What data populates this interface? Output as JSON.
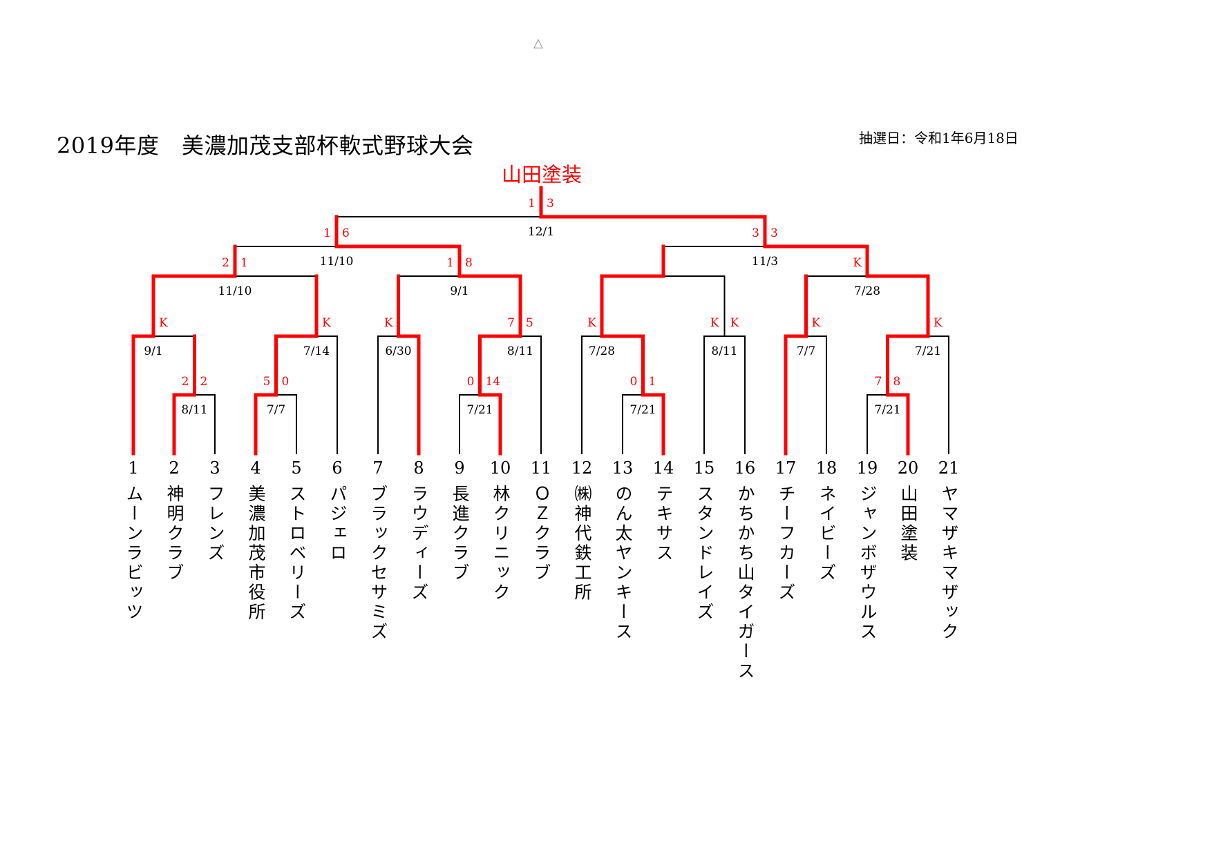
{
  "header": {
    "mark": "△",
    "title": "2019年度　美濃加茂支部杯軟式野球大会",
    "draw_date": "抽選日：令和1年6月18日"
  },
  "champion": "山田塗装",
  "colors": {
    "win": "#ff0000",
    "line": "#000000"
  },
  "teams": [
    {
      "no": "1",
      "name": "ムーンラビッツ"
    },
    {
      "no": "2",
      "name": "神明クラブ"
    },
    {
      "no": "3",
      "name": "フレンズ"
    },
    {
      "no": "4",
      "name": "美濃加茂市役所"
    },
    {
      "no": "5",
      "name": "ストロベリーズ"
    },
    {
      "no": "6",
      "name": "パジェロ"
    },
    {
      "no": "7",
      "name": "ブラックセサミズ"
    },
    {
      "no": "8",
      "name": "ラウディーズ"
    },
    {
      "no": "9",
      "name": "長進クラブ"
    },
    {
      "no": "10",
      "name": "林クリニック"
    },
    {
      "no": "11",
      "name": "ＯＺクラブ"
    },
    {
      "no": "12",
      "name": "㈱神代鉄工所"
    },
    {
      "no": "13",
      "name": "のん太ヤンキース"
    },
    {
      "no": "14",
      "name": "テキサス"
    },
    {
      "no": "15",
      "name": "スタンドレイズ"
    },
    {
      "no": "16",
      "name": "かちかち山タイガース"
    },
    {
      "no": "17",
      "name": "チーフカーズ"
    },
    {
      "no": "18",
      "name": "ネイビーズ"
    },
    {
      "no": "19",
      "name": "ジャンボザウルス"
    },
    {
      "no": "20",
      "name": "山田塗装"
    },
    {
      "no": "21",
      "name": "ヤマザキマザック"
    }
  ],
  "matches": [
    {
      "id": "m1",
      "round": 1,
      "left": "t2",
      "right": "t3",
      "winner": "left",
      "scores": [
        "2",
        "2"
      ],
      "date": "8/11"
    },
    {
      "id": "m2",
      "round": 2,
      "left": "t1",
      "right": "m1",
      "winner": "left",
      "scores": [
        "",
        "K"
      ],
      "date": "9/1"
    },
    {
      "id": "m3",
      "round": 1,
      "left": "t4",
      "right": "t5",
      "winner": "left",
      "scores": [
        "5",
        "0"
      ],
      "date": "7/7"
    },
    {
      "id": "m4",
      "round": 2,
      "left": "m3",
      "right": "t6",
      "winner": "left",
      "scores": [
        "",
        "K"
      ],
      "date": "7/14"
    },
    {
      "id": "m5",
      "round": 3,
      "left": "m2",
      "right": "m4",
      "winner": "left",
      "scores": [
        "2",
        "1"
      ],
      "date": "11/10"
    },
    {
      "id": "m6",
      "round": 2,
      "left": "t7",
      "right": "t8",
      "winner": "right",
      "scores": [
        "K",
        ""
      ],
      "date": "6/30"
    },
    {
      "id": "m7",
      "round": 1,
      "left": "t9",
      "right": "t10",
      "winner": "right",
      "scores": [
        "0",
        "14"
      ],
      "date": "7/21"
    },
    {
      "id": "m8",
      "round": 2,
      "left": "m7",
      "right": "t11",
      "winner": "left",
      "scores": [
        "7",
        "5"
      ],
      "date": "8/11"
    },
    {
      "id": "m9",
      "round": 3,
      "left": "m6",
      "right": "m8",
      "winner": "right",
      "scores": [
        "1",
        "8"
      ],
      "date": "9/1"
    },
    {
      "id": "m10",
      "round": 4,
      "left": "m5",
      "right": "m9",
      "winner": "right",
      "scores": [
        "1",
        "6"
      ],
      "date": "11/10"
    },
    {
      "id": "m11",
      "round": 1,
      "left": "t13",
      "right": "t14",
      "winner": "right",
      "scores": [
        "0",
        "1"
      ],
      "date": "7/21"
    },
    {
      "id": "m12",
      "round": 2,
      "left": "t12",
      "right": "m11",
      "winner": "right",
      "scores": [
        "K",
        ""
      ],
      "date": "7/28"
    },
    {
      "id": "m13",
      "round": 2,
      "left": "t15",
      "right": "t16",
      "winner": null,
      "scores": [
        "K",
        "K"
      ],
      "date": "8/11"
    },
    {
      "id": "m14",
      "round": 3,
      "left": "m12",
      "right": "m13",
      "winner": "left",
      "scores": [
        "",
        ""
      ],
      "date": ""
    },
    {
      "id": "m15",
      "round": 2,
      "left": "t17",
      "right": "t18",
      "winner": "left",
      "scores": [
        "",
        "K"
      ],
      "date": "7/7"
    },
    {
      "id": "m16",
      "round": 1,
      "left": "t19",
      "right": "t20",
      "winner": "right",
      "scores": [
        "7",
        "8"
      ],
      "date": "7/21"
    },
    {
      "id": "m17",
      "round": 2,
      "left": "m16",
      "right": "t21",
      "winner": "left",
      "scores": [
        "",
        "K"
      ],
      "date": "7/21"
    },
    {
      "id": "m18",
      "round": 3,
      "left": "m15",
      "right": "m17",
      "winner": "right",
      "scores": [
        "K",
        ""
      ],
      "date": "7/28"
    },
    {
      "id": "m19",
      "round": 4,
      "left": "m14",
      "right": "m18",
      "winner": "right",
      "scores": [
        "3",
        "3"
      ],
      "date": "11/3"
    },
    {
      "id": "m20",
      "round": 5,
      "left": "m10",
      "right": "m19",
      "winner": "right",
      "scores": [
        "1",
        "3"
      ],
      "date": "12/1"
    }
  ]
}
